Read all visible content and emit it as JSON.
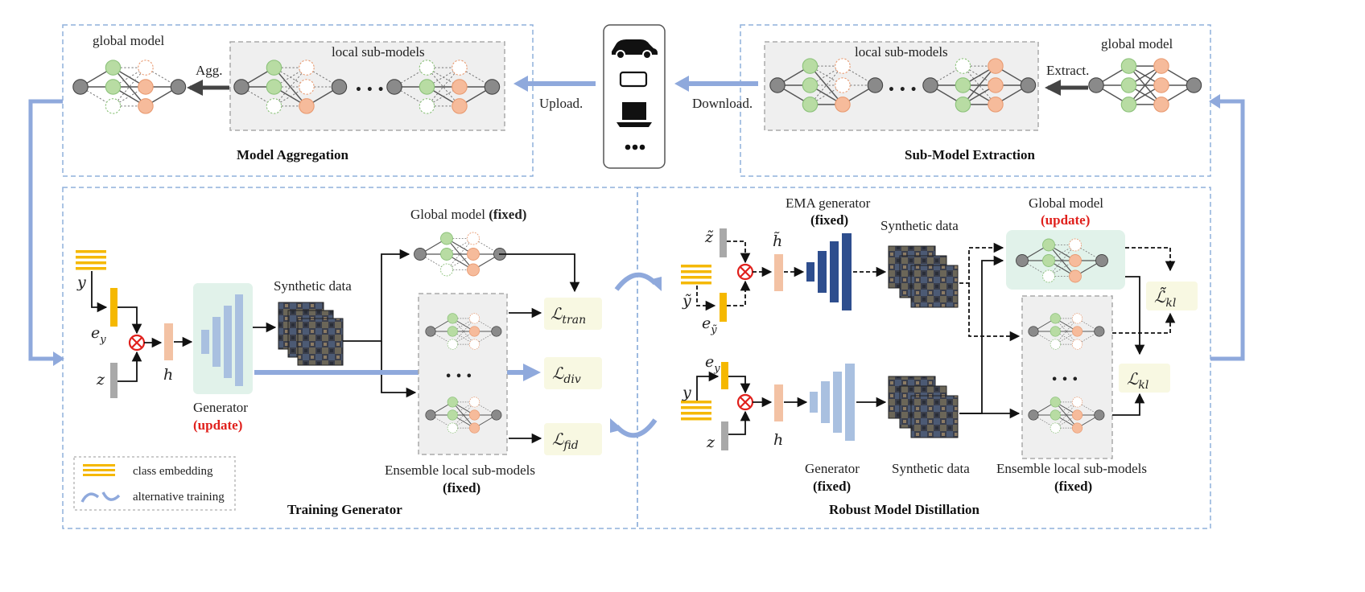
{
  "top_left": {
    "global_model": "global model",
    "agg": "Agg.",
    "local_sub_models": "local sub-models",
    "ellipsis": "• • •",
    "title": "Model Aggregation"
  },
  "center": {
    "upload": "Upload.",
    "download": "Download.",
    "device_icons": [
      "car-icon",
      "phone-icon",
      "laptop-icon",
      "more-icon"
    ]
  },
  "top_right": {
    "local_sub_models": "local sub-models",
    "ellipsis": "• • •",
    "extract": "Extract.",
    "global_model": "global model",
    "title": "Sub-Model Extraction"
  },
  "bottom_left": {
    "global_model": "Global model ",
    "fixed_bold": "(fixed)",
    "synthetic_data": "Synthetic data",
    "y": "y",
    "e_y": "e",
    "e_y_sub": "y",
    "z": "z",
    "h": "h",
    "generator": "Generator",
    "update": "(update)",
    "loss_tran": "ℒ",
    "loss_tran_sub": "tran",
    "loss_div": "ℒ",
    "loss_div_sub": "div",
    "loss_fid": "ℒ",
    "loss_fid_sub": "fid",
    "ellipsis": "• • •",
    "ensemble": "Ensemble local sub-models",
    "ensemble_fixed": "(fixed)",
    "title": "Training Generator",
    "legend": {
      "class_embedding": "class embedding",
      "alternative_training": "alternative training"
    }
  },
  "bottom_right": {
    "ema_generator": "EMA generator",
    "ema_fixed": "(fixed)",
    "synthetic_data_top": "Synthetic data",
    "global_model": "Global model",
    "update": "(update)",
    "z_tilde": "z̃",
    "h_tilde": "h̃",
    "y_tilde": "ỹ",
    "e_y_tilde": "e",
    "e_y_tilde_sub": "ỹ",
    "e_y": "e",
    "e_y_sub": "y",
    "y": "y",
    "z": "z",
    "h": "h",
    "generator": "Generator",
    "generator_fixed": "(fixed)",
    "synthetic_data_bottom": "Synthetic data",
    "ensemble": "Ensemble local sub-models",
    "ensemble_fixed": "(fixed)",
    "loss_kl_tilde": "ℒ̃",
    "loss_kl_tilde_sub": "kl",
    "loss_kl": "ℒ",
    "loss_kl_sub": "kl",
    "ellipsis": "• • •",
    "title": "Robust Model Distillation"
  },
  "colors": {
    "panel_border": "#8fb0dc",
    "big_arrow": "#8fa9dc",
    "green_node": "#b8dca3",
    "orange_node": "#f6bb9b",
    "gray_node": "#8a8a8a",
    "embedding": "#f5b800",
    "h_bar": "#f3c2a4",
    "generator_light": "#a9c0e0",
    "generator_dark": "#2e4e8e",
    "red": "#e0201c"
  }
}
